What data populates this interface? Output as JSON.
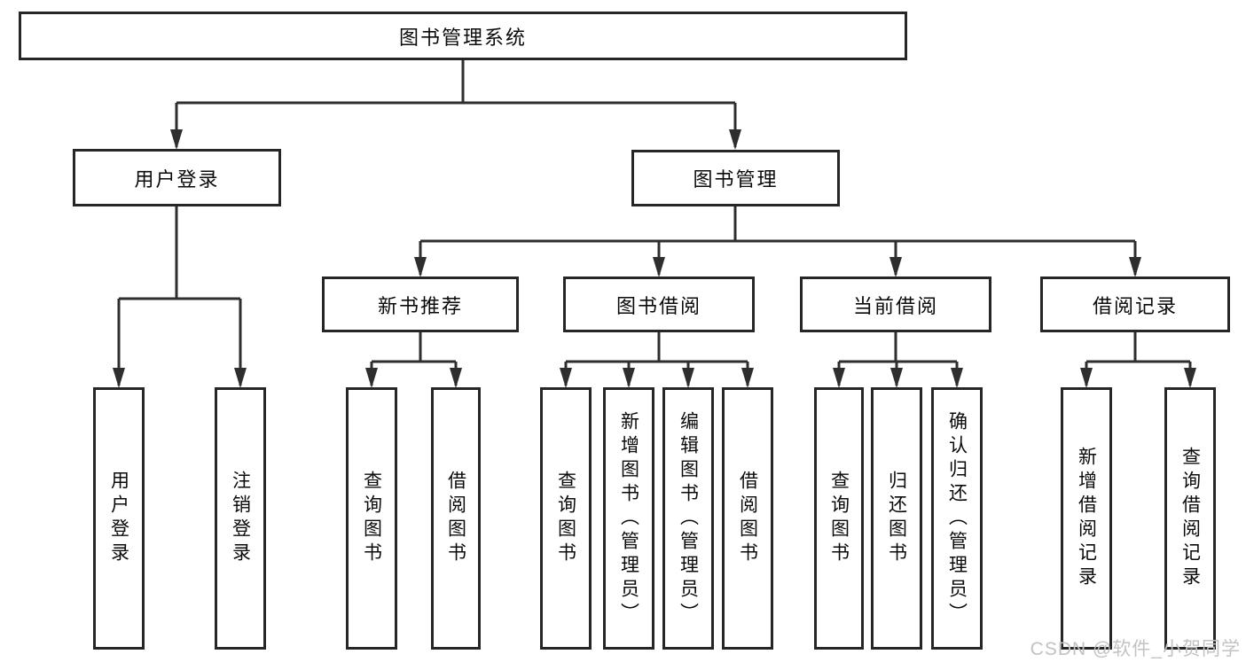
{
  "diagram": {
    "title": "图书管理系统",
    "branches": [
      {
        "label": "用户登录",
        "children": [
          {
            "label": "用户登录"
          },
          {
            "label": "注销登录"
          }
        ]
      },
      {
        "label": "图书管理",
        "children": [
          {
            "label": "新书推荐",
            "children": [
              {
                "label": "查询图书"
              },
              {
                "label": "借阅图书"
              }
            ]
          },
          {
            "label": "图书借阅",
            "children": [
              {
                "label": "查询图书"
              },
              {
                "label": "新增图书（管理员）"
              },
              {
                "label": "编辑图书（管理员）"
              },
              {
                "label": "借阅图书"
              }
            ]
          },
          {
            "label": "当前借阅",
            "children": [
              {
                "label": "查询图书"
              },
              {
                "label": "归还图书"
              },
              {
                "label": "确认归还（管理员）"
              }
            ]
          },
          {
            "label": "借阅记录",
            "children": [
              {
                "label": "新增借阅记录"
              },
              {
                "label": "查询借阅记录"
              }
            ]
          }
        ]
      }
    ]
  },
  "watermark": {
    "text": "CSDN @软件_小贺同学"
  },
  "colors": {
    "line": "#2e2e2e",
    "border": "#262626",
    "background": "#ffffff",
    "watermark": "#c2c2c2"
  }
}
